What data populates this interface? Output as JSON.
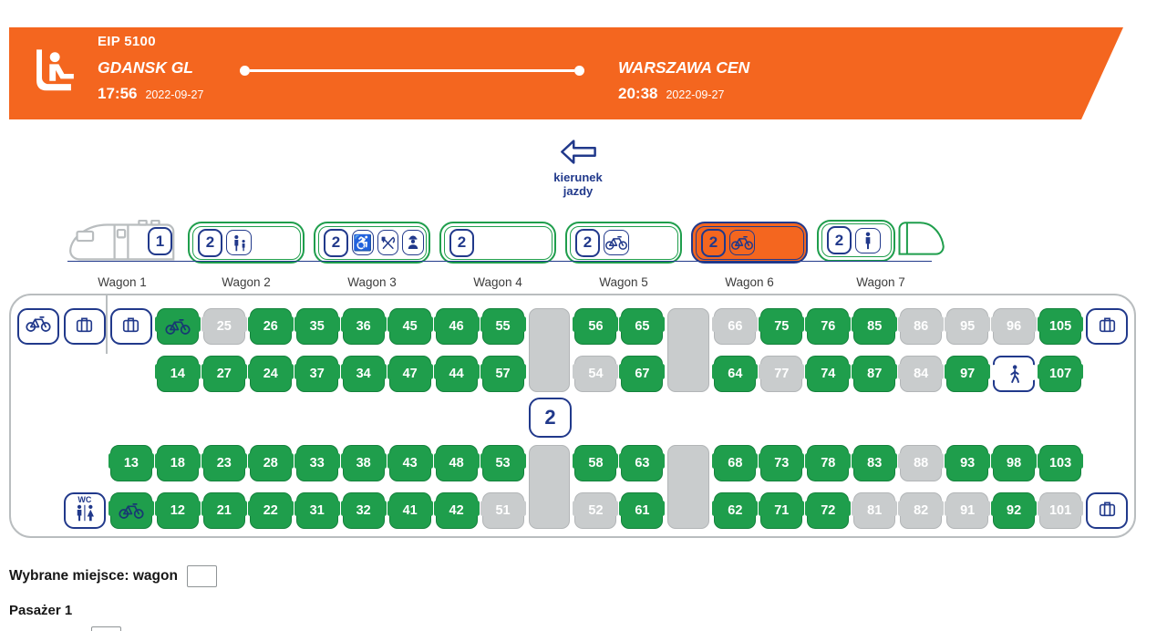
{
  "colors": {
    "orange": "#f4661f",
    "navy": "#21398b",
    "green": "#1f9e4c",
    "green_border": "#13813b",
    "gray": "#c9cccd",
    "gray_border": "#b2b5b7",
    "outline": "#b9bdbf"
  },
  "header": {
    "train": "EIP 5100",
    "from": {
      "station": "GDANSK GL",
      "time": "17:56",
      "date": "2022-09-27"
    },
    "to": {
      "station": "WARSZAWA CEN",
      "time": "20:38",
      "date": "2022-09-27"
    }
  },
  "direction": {
    "label_line1": "kierunek",
    "label_line2": "jazdy"
  },
  "icons": {
    "header": "passenger-seat-icon",
    "arrow": "arrow-left-icon",
    "bike": "bicycle-icon",
    "luggage": "suitcase-icon",
    "wc": "wc-icon",
    "walking": "walking-person-icon",
    "wheelchair": "wheelchair-icon",
    "restaurant": "restaurant-icon",
    "conductor": "conductor-icon",
    "family": "adult-with-child-icon",
    "person": "person-icon"
  },
  "wagons": [
    {
      "label": "Wagon 1",
      "class": "1",
      "type": "loco",
      "selected": false,
      "icons": []
    },
    {
      "label": "Wagon 2",
      "class": "2",
      "type": "car",
      "selected": false,
      "icons": [
        "family"
      ]
    },
    {
      "label": "Wagon 3",
      "class": "2",
      "type": "car",
      "selected": false,
      "icons": [
        "wheelchair",
        "restaurant",
        "conductor"
      ]
    },
    {
      "label": "Wagon 4",
      "class": "2",
      "type": "car",
      "selected": false,
      "icons": []
    },
    {
      "label": "Wagon 5",
      "class": "2",
      "type": "car",
      "selected": false,
      "icons": [
        "bike"
      ]
    },
    {
      "label": "Wagon 6",
      "class": "2",
      "type": "car",
      "selected": true,
      "icons": [
        "bike"
      ]
    },
    {
      "label": "Wagon 7",
      "class": "2",
      "type": "car-tail",
      "selected": false,
      "icons": [
        "person"
      ]
    }
  ],
  "seatmap": {
    "class_badge": "2",
    "wc_label": "WC",
    "blocks": [
      [
        [
          {
            "t": "bikebox"
          },
          {
            "t": "luggage"
          },
          {
            "t": "luggage"
          },
          {
            "t": "bike"
          },
          {
            "t": "seat",
            "n": "25",
            "s": "taken"
          },
          {
            "t": "seat",
            "n": "26",
            "s": "free"
          },
          {
            "t": "seat",
            "n": "35",
            "s": "free"
          },
          {
            "t": "seat",
            "n": "36",
            "s": "free"
          },
          {
            "t": "seat",
            "n": "45",
            "s": "free"
          },
          {
            "t": "seat",
            "n": "46",
            "s": "free"
          },
          {
            "t": "seat",
            "n": "55",
            "s": "free"
          },
          {
            "t": "door"
          },
          {
            "t": "seat",
            "n": "56",
            "s": "free"
          },
          {
            "t": "seat",
            "n": "65",
            "s": "free"
          },
          {
            "t": "door"
          },
          {
            "t": "seat",
            "n": "66",
            "s": "taken"
          },
          {
            "t": "seat",
            "n": "75",
            "s": "free"
          },
          {
            "t": "seat",
            "n": "76",
            "s": "free"
          },
          {
            "t": "seat",
            "n": "85",
            "s": "free"
          },
          {
            "t": "seat",
            "n": "86",
            "s": "taken"
          },
          {
            "t": "seat",
            "n": "95",
            "s": "taken"
          },
          {
            "t": "seat",
            "n": "96",
            "s": "taken"
          },
          {
            "t": "seat",
            "n": "105",
            "s": "free"
          },
          {
            "t": "luggage"
          }
        ],
        [
          {
            "t": "empty"
          },
          {
            "t": "empty"
          },
          {
            "t": "empty"
          },
          {
            "t": "seat",
            "n": "14",
            "s": "free"
          },
          {
            "t": "seat",
            "n": "27",
            "s": "free"
          },
          {
            "t": "seat",
            "n": "24",
            "s": "free"
          },
          {
            "t": "seat",
            "n": "37",
            "s": "free"
          },
          {
            "t": "seat",
            "n": "34",
            "s": "free"
          },
          {
            "t": "seat",
            "n": "47",
            "s": "free"
          },
          {
            "t": "seat",
            "n": "44",
            "s": "free"
          },
          {
            "t": "seat",
            "n": "57",
            "s": "free"
          },
          {
            "t": "skip"
          },
          {
            "t": "seat",
            "n": "54",
            "s": "taken"
          },
          {
            "t": "seat",
            "n": "67",
            "s": "free"
          },
          {
            "t": "skip"
          },
          {
            "t": "seat",
            "n": "64",
            "s": "free"
          },
          {
            "t": "seat",
            "n": "77",
            "s": "taken"
          },
          {
            "t": "seat",
            "n": "74",
            "s": "free"
          },
          {
            "t": "seat",
            "n": "87",
            "s": "free"
          },
          {
            "t": "seat",
            "n": "84",
            "s": "taken"
          },
          {
            "t": "seat",
            "n": "97",
            "s": "free"
          },
          {
            "t": "person"
          },
          {
            "t": "seat",
            "n": "107",
            "s": "free"
          },
          {
            "t": "empty"
          }
        ]
      ],
      [
        [
          {
            "t": "empty"
          },
          {
            "t": "empty"
          },
          {
            "t": "seat",
            "n": "13",
            "s": "free"
          },
          {
            "t": "seat",
            "n": "18",
            "s": "free"
          },
          {
            "t": "seat",
            "n": "23",
            "s": "free"
          },
          {
            "t": "seat",
            "n": "28",
            "s": "free"
          },
          {
            "t": "seat",
            "n": "33",
            "s": "free"
          },
          {
            "t": "seat",
            "n": "38",
            "s": "free"
          },
          {
            "t": "seat",
            "n": "43",
            "s": "free"
          },
          {
            "t": "seat",
            "n": "48",
            "s": "free"
          },
          {
            "t": "seat",
            "n": "53",
            "s": "free"
          },
          {
            "t": "door"
          },
          {
            "t": "seat",
            "n": "58",
            "s": "free"
          },
          {
            "t": "seat",
            "n": "63",
            "s": "free"
          },
          {
            "t": "door"
          },
          {
            "t": "seat",
            "n": "68",
            "s": "free"
          },
          {
            "t": "seat",
            "n": "73",
            "s": "free"
          },
          {
            "t": "seat",
            "n": "78",
            "s": "free"
          },
          {
            "t": "seat",
            "n": "83",
            "s": "free"
          },
          {
            "t": "seat",
            "n": "88",
            "s": "taken"
          },
          {
            "t": "seat",
            "n": "93",
            "s": "free"
          },
          {
            "t": "seat",
            "n": "98",
            "s": "free"
          },
          {
            "t": "seat",
            "n": "103",
            "s": "free"
          },
          {
            "t": "empty"
          }
        ],
        [
          {
            "t": "empty"
          },
          {
            "t": "wc"
          },
          {
            "t": "bike"
          },
          {
            "t": "seat",
            "n": "12",
            "s": "free"
          },
          {
            "t": "seat",
            "n": "21",
            "s": "free"
          },
          {
            "t": "seat",
            "n": "22",
            "s": "free"
          },
          {
            "t": "seat",
            "n": "31",
            "s": "free"
          },
          {
            "t": "seat",
            "n": "32",
            "s": "free"
          },
          {
            "t": "seat",
            "n": "41",
            "s": "free"
          },
          {
            "t": "seat",
            "n": "42",
            "s": "free"
          },
          {
            "t": "seat",
            "n": "51",
            "s": "taken"
          },
          {
            "t": "skip"
          },
          {
            "t": "seat",
            "n": "52",
            "s": "taken"
          },
          {
            "t": "seat",
            "n": "61",
            "s": "free"
          },
          {
            "t": "skip"
          },
          {
            "t": "seat",
            "n": "62",
            "s": "free"
          },
          {
            "t": "seat",
            "n": "71",
            "s": "free"
          },
          {
            "t": "seat",
            "n": "72",
            "s": "free"
          },
          {
            "t": "seat",
            "n": "81",
            "s": "taken"
          },
          {
            "t": "seat",
            "n": "82",
            "s": "taken"
          },
          {
            "t": "seat",
            "n": "91",
            "s": "taken"
          },
          {
            "t": "seat",
            "n": "92",
            "s": "free"
          },
          {
            "t": "seat",
            "n": "101",
            "s": "taken"
          },
          {
            "t": "luggage"
          }
        ]
      ]
    ]
  },
  "footer": {
    "selected_seat_label": "Wybrane miejsce: wagon",
    "selected_wagon_value": "",
    "passenger_label": "Pasażer 1"
  }
}
